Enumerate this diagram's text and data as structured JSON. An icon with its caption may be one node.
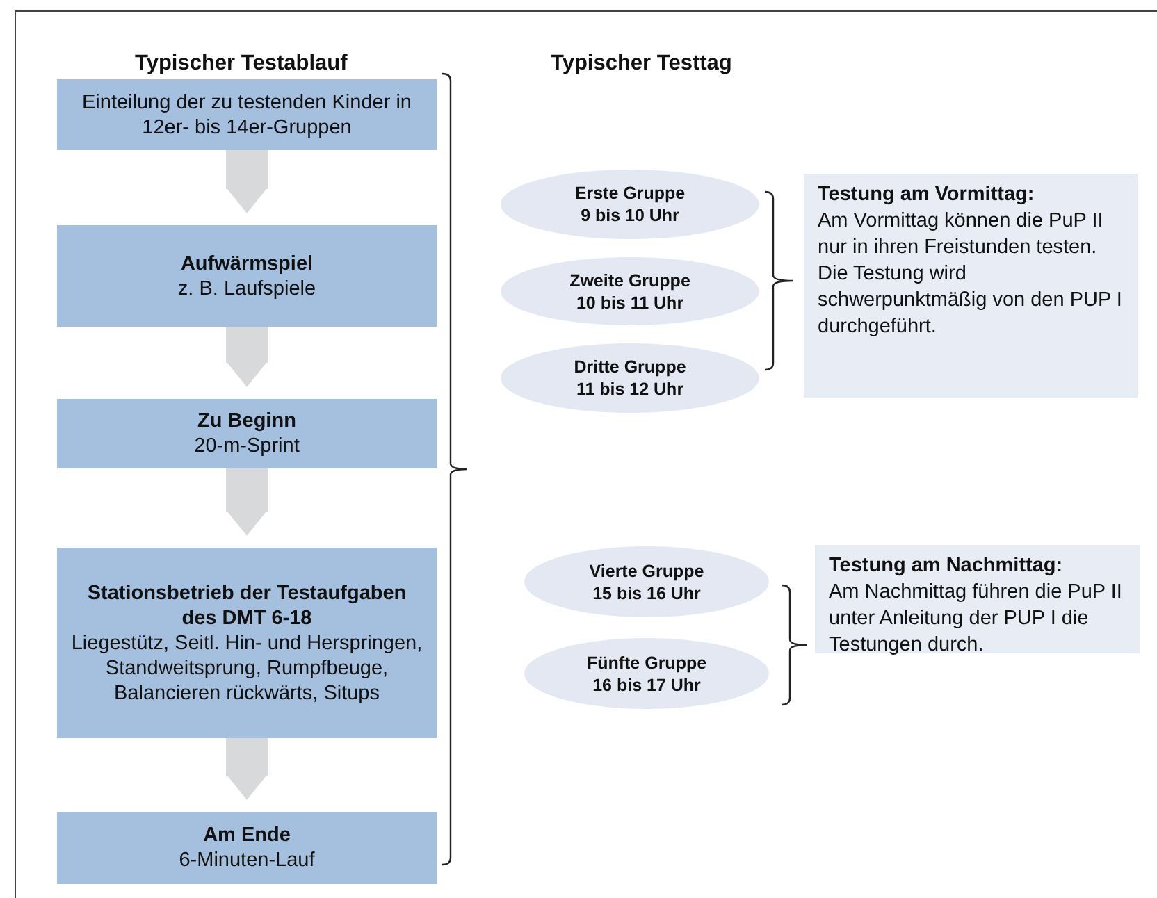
{
  "diagram": {
    "nodes": [
      {
        "text": [
          "Einteilung der zu testenden Kinder in 12er- bis 14er-Gruppen"
        ]
      },
      {
        "text": [
          "Aufwärmspiel",
          "z. B. Laufspiele"
        ]
      },
      {
        "text": [
          "Zu Beginn",
          "20-m-Sprint"
        ]
      },
      {
        "text": [
          "Stationsbetrieb der Testaufgaben des DMT 6-18",
          "Liegestütz, Seitl. Hin- und Herspringen, Standweitsprung, Rumpfbeuge, Balancieren rückwärts, Situps"
        ]
      },
      {
        "text": [
          "Am Ende",
          "6-Minuten-Lauf"
        ]
      },
      {
        "text": [
          "Erste Gruppe",
          "9 bis 10 Uhr"
        ]
      },
      {
        "text": [
          "Zweite Gruppe",
          "10 bis 11 Uhr"
        ]
      },
      {
        "text": [
          "Dritte Gruppe",
          "11 bis 12 Uhr"
        ]
      },
      {
        "text": [
          "Testung am Vormittag:",
          "Am Vormittag können die PuP II nur in ihren Freistunden testen. Die Testung wird schwerpunktmäßig von den PUP I durchgeführt."
        ]
      },
      {
        "text": [
          "Vierte Gruppe",
          "15 bis 16 Uhr"
        ]
      },
      {
        "text": [
          "Fünfte Gruppe",
          "16 bis 17 Uhr"
        ]
      },
      {
        "text": [
          "Testung am Nachmittag:",
          "Am Nachmittag führen die PuP II unter Anleitung der PUP I die Testungen durch."
        ]
      }
    ],
    "edges": [
      {
        "from": 0,
        "to": 1,
        "arrow": "to"
      },
      {
        "from": 1,
        "to": 2,
        "arrow": "to"
      },
      {
        "from": 2,
        "to": 3,
        "arrow": "to"
      },
      {
        "from": 3,
        "to": 4,
        "arrow": "to"
      }
    ],
    "labels": [
      "Typischer Testablauf",
      "Typischer Testtag"
    ]
  }
}
